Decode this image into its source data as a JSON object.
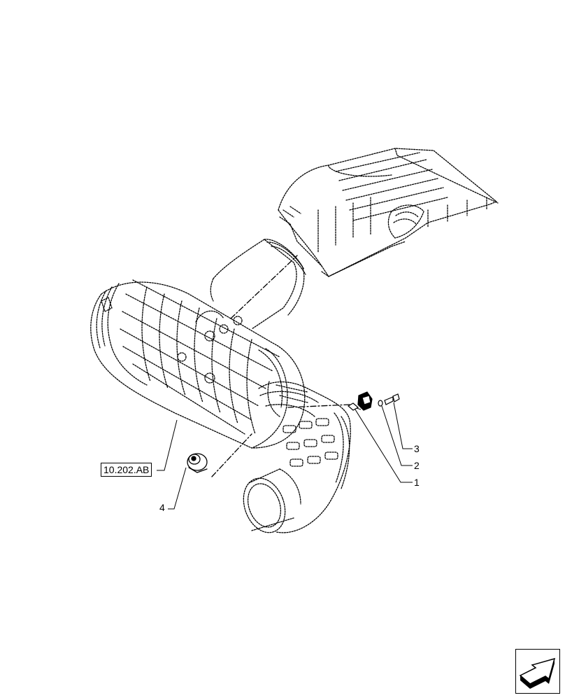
{
  "diagram": {
    "type": "exploded-parts-view",
    "subject": "air filter assembly with intake duct and pre-cleaner housing",
    "reference_label": "10.202.AB",
    "callouts": [
      {
        "id": "1",
        "label": "1",
        "part": "sensor / switch"
      },
      {
        "id": "2",
        "label": "2",
        "part": "washer"
      },
      {
        "id": "3",
        "label": "3",
        "part": "screw"
      },
      {
        "id": "4",
        "label": "4",
        "part": "restriction indicator"
      }
    ],
    "nav_icon": "next-page-arrow-icon"
  }
}
